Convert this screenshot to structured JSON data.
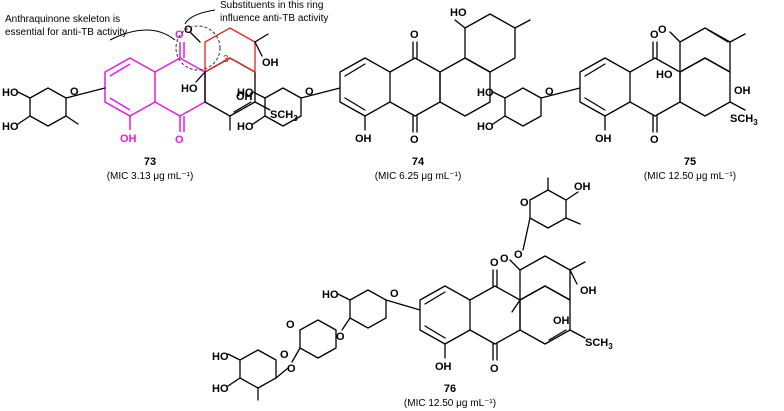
{
  "annotations": {
    "skeleton_line1": "Anthraquinone skeleton is",
    "skeleton_line2": "essential for anti-TB activity",
    "ring_line1": "Substituents in this ring",
    "ring_line2": "influence anti-TB activity",
    "position_label": "3"
  },
  "compounds": [
    {
      "id": "73",
      "mic": "(MIC 3.13 μg mL⁻¹)"
    },
    {
      "id": "74",
      "mic": "(MIC 6.25 μg mL⁻¹)"
    },
    {
      "id": "75",
      "mic": "(MIC 12.50 μg mL⁻¹)"
    },
    {
      "id": "76",
      "mic": "(MIC 12.50 μg mL⁻¹)"
    }
  ],
  "atoms": {
    "O": "O",
    "OH": "OH",
    "HO": "HO",
    "SCH3_main": "SCH",
    "SCH3_sub": "3"
  },
  "colors": {
    "highlight": "#e619e6",
    "position_marker": "#e0251b"
  }
}
